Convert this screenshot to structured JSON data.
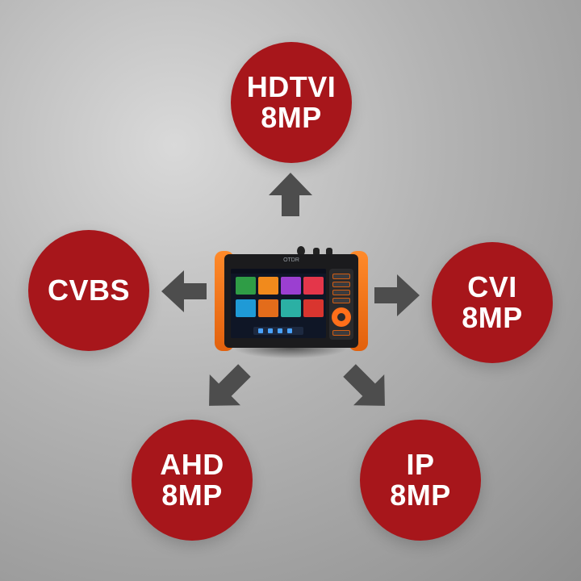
{
  "theme": {
    "circle_color": "#a7161b",
    "arrow_color": "#4d4d4d",
    "text_color": "#ffffff",
    "device_accent": "#f07a1f"
  },
  "center": {
    "device_label": "OTDR",
    "device_icon": "cctv-tester-device"
  },
  "nodes": {
    "top": {
      "line1": "HDTVI",
      "line2": "8MP"
    },
    "left": {
      "line1": "CVBS",
      "line2": ""
    },
    "right": {
      "line1": "CVI",
      "line2": "8MP"
    },
    "bottom_left": {
      "line1": "AHD",
      "line2": "8MP"
    },
    "bottom_right": {
      "line1": "IP",
      "line2": "8MP"
    }
  }
}
